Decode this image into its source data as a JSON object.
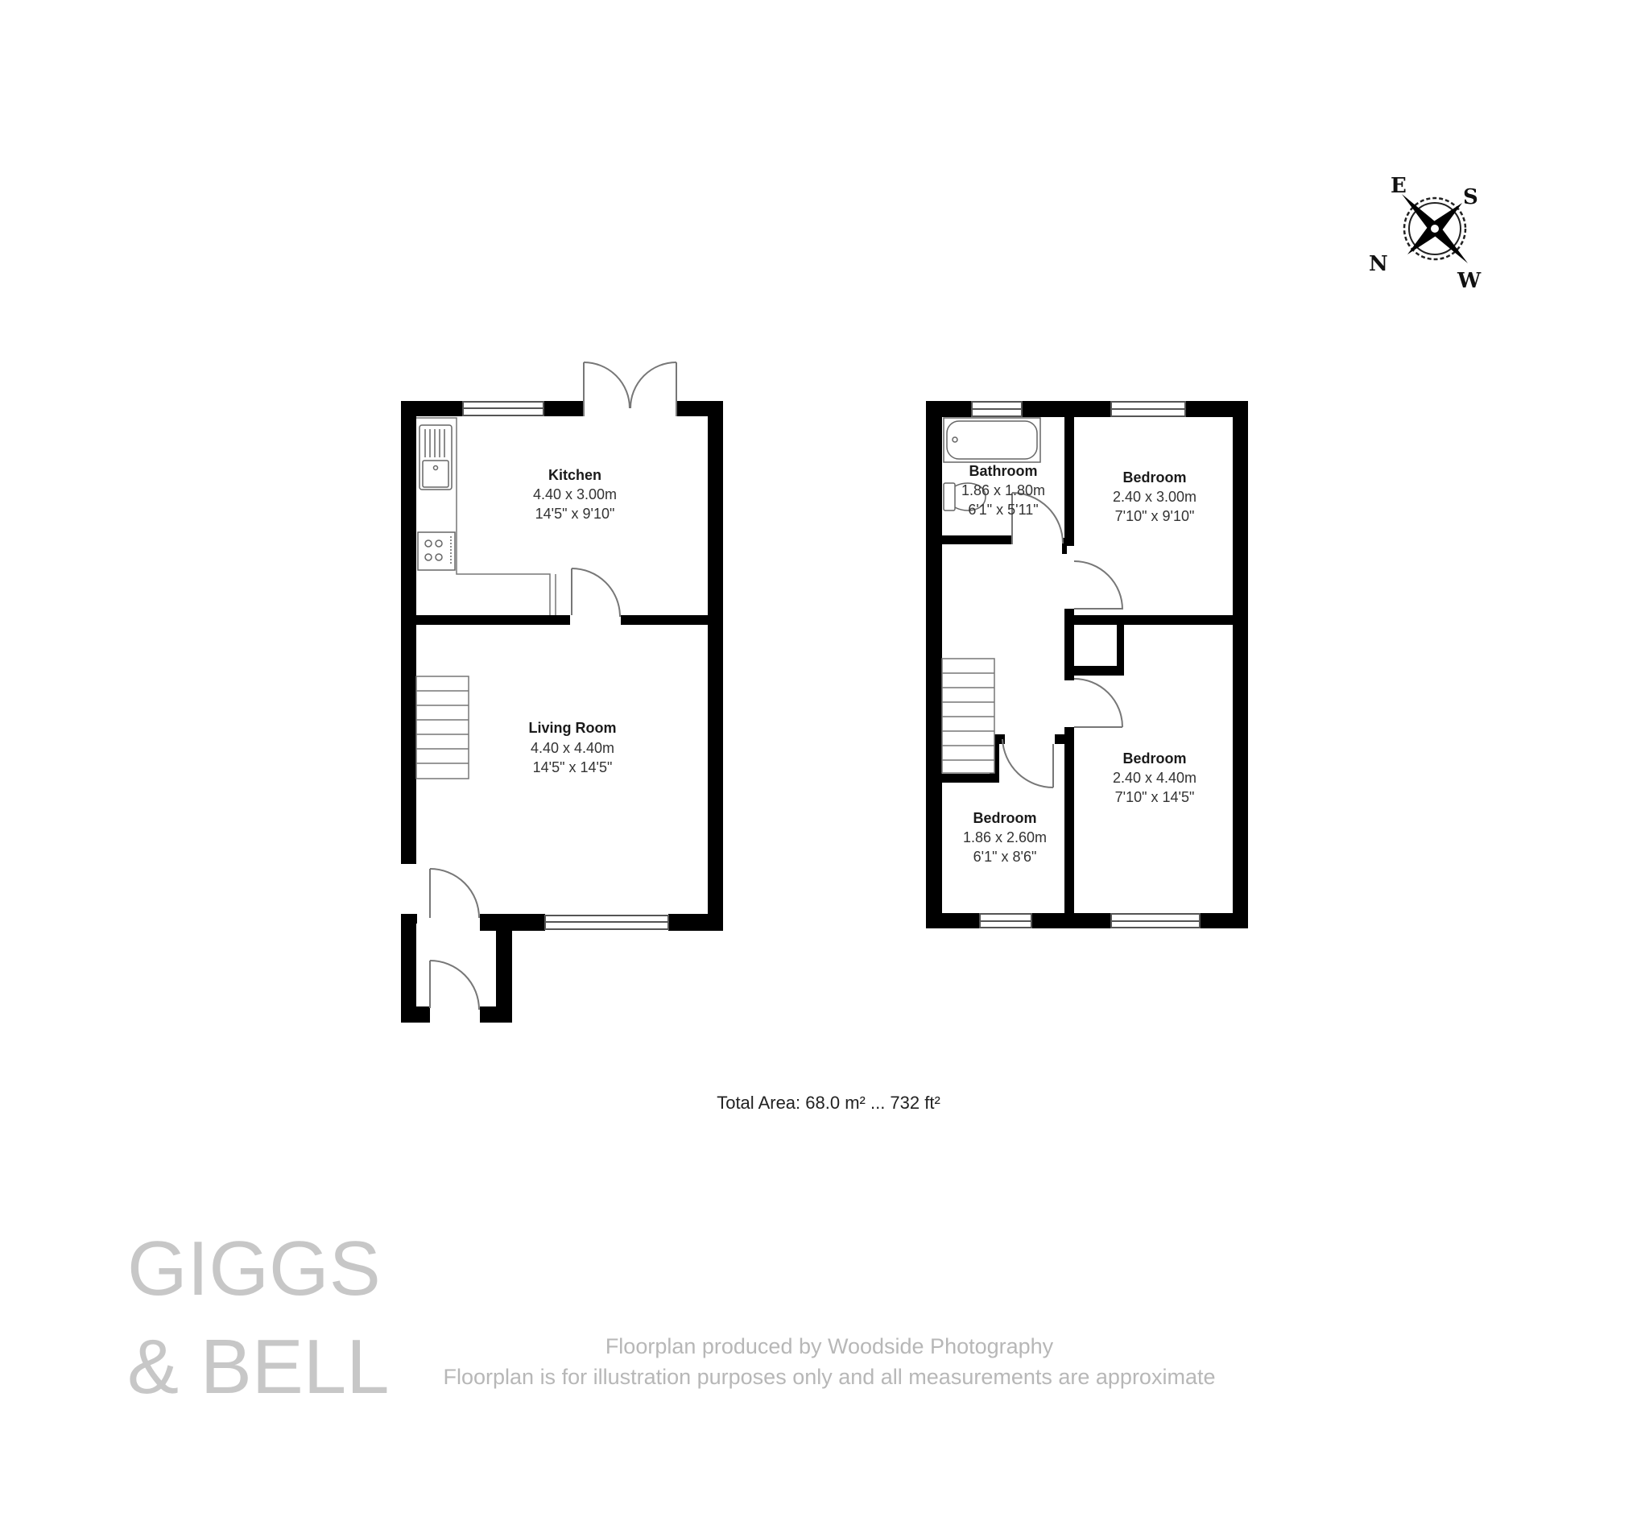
{
  "compass": {
    "labels": {
      "top_left": "E",
      "top_right": "S",
      "bottom_left": "N",
      "bottom_right": "W"
    },
    "icon": "compass-rose-icon"
  },
  "ground_floor": {
    "rooms": [
      {
        "name": "Kitchen",
        "metric": "4.40 x 3.00m",
        "imperial": "14'5\" x 9'10\""
      },
      {
        "name": "Living Room",
        "metric": "4.40 x 4.40m",
        "imperial": "14'5\" x 14'5\""
      }
    ],
    "fixtures": [
      "sink-icon",
      "hob-icon",
      "staircase",
      "french-doors",
      "front-door",
      "porch-door"
    ]
  },
  "first_floor": {
    "rooms": [
      {
        "name": "Bathroom",
        "metric": "1.86 x 1.80m",
        "imperial": "6'1\" x 5'11\""
      },
      {
        "name": "Bedroom",
        "metric": "2.40 x 3.00m",
        "imperial": "7'10\" x 9'10\""
      },
      {
        "name": "Bedroom",
        "metric": "2.40 x 4.40m",
        "imperial": "7'10\" x 14'5\""
      },
      {
        "name": "Bedroom",
        "metric": "1.86 x 2.60m",
        "imperial": "6'1\" x 8'6\""
      }
    ],
    "fixtures": [
      "bath-icon",
      "toilet-icon",
      "staircase",
      "cupboard"
    ]
  },
  "total_area": "Total Area: 68.0 m² ... 732 ft²",
  "branding": {
    "line1": "GIGGS",
    "line2": "& BELL"
  },
  "credits": {
    "line1": "Floorplan produced by Woodside Photography",
    "line2": "Floorplan is for illustration purposes only and all measurements are approximate"
  },
  "colors": {
    "wall": "#000000",
    "fixture_line": "#777777",
    "brand_text": "#c7c7c7",
    "credit_text": "#b7b7b7"
  }
}
